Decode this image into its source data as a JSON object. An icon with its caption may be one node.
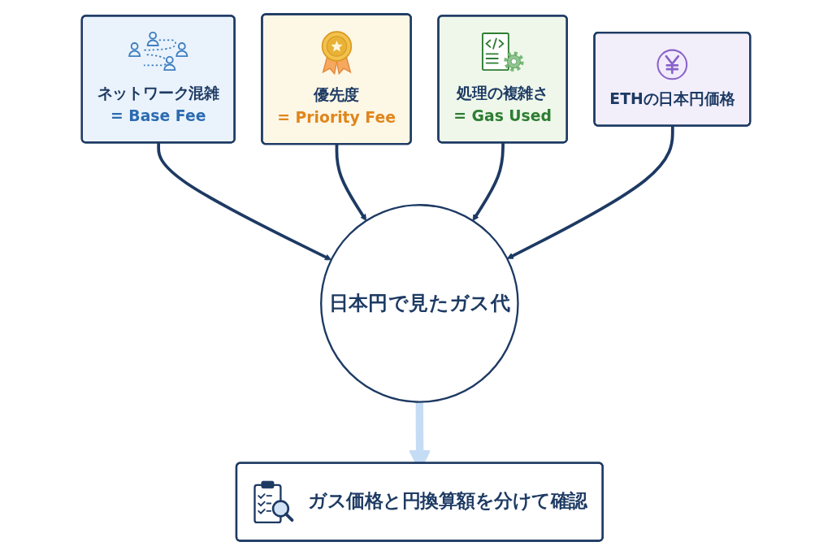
{
  "diagram": {
    "nodes": [
      {
        "text": [
          "ネットワーク混雑",
          "= Base Fee"
        ]
      },
      {
        "text": [
          "優先度",
          "= Priority Fee"
        ]
      },
      {
        "text": [
          "日本円で見たガス代"
        ]
      },
      {
        "text": [
          "処理の複雑さ",
          "= Gas Used"
        ]
      },
      {
        "text": [
          "ETHの日本円価格"
        ]
      },
      {
        "text": [
          "ガス価格と円換算額を分けて確認"
        ]
      }
    ],
    "edges": [
      {
        "from": 0,
        "to": 2,
        "arrow": "to"
      },
      {
        "from": 1,
        "to": 2,
        "arrow": "to"
      },
      {
        "from": 3,
        "to": 2,
        "arrow": "to"
      },
      {
        "from": 4,
        "to": 2,
        "arrow": "to"
      },
      {
        "from": 2,
        "to": 5,
        "arrow": "to",
        "style": "thick",
        "color": "#c5dcf5"
      }
    ]
  }
}
